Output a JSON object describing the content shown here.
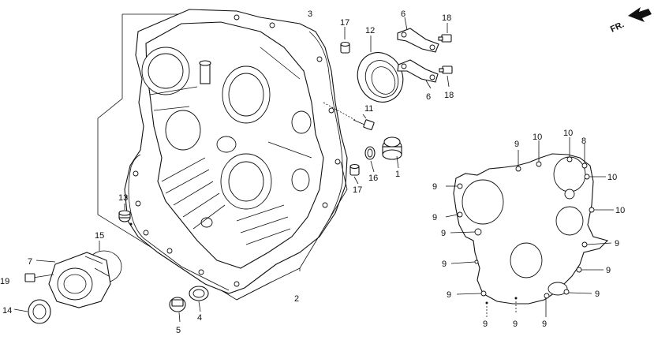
{
  "arrow": {
    "label": "FR."
  },
  "parts": {
    "p1": "1",
    "p2": "2",
    "p3": "3",
    "p4": "4",
    "p5": "5",
    "p6a": "6",
    "p6b": "6",
    "p7": "7",
    "p8": "8",
    "p9": "9",
    "p10": "10",
    "p11": "11",
    "p12": "12",
    "p13": "13",
    "p14": "14",
    "p15": "15",
    "p16": "16",
    "p17a": "17",
    "p17b": "17",
    "p18a": "18",
    "p18b": "18",
    "p19": "19"
  },
  "icons": {
    "front_arrow": "front-arrow-icon",
    "case": "transmission-case-icon",
    "gasket": "gasket-icon"
  }
}
